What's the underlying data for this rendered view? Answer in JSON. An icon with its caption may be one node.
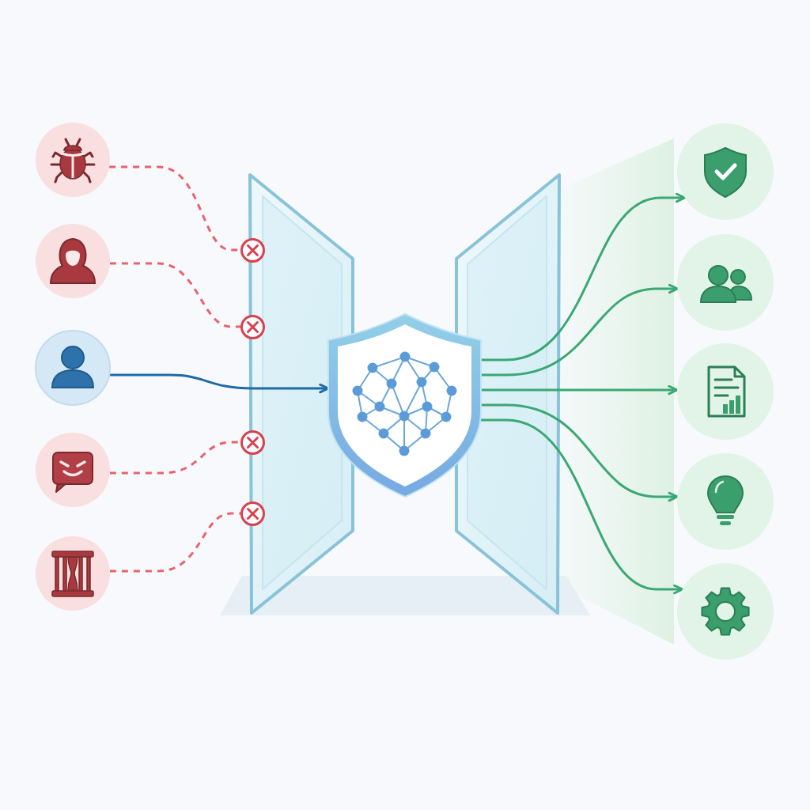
{
  "diagram": {
    "nodes": [
      {
        "text": [],
        "shape": "circle"
      },
      {
        "text": [],
        "shape": "circle"
      },
      {
        "text": [],
        "shape": "circle"
      },
      {
        "text": [],
        "shape": "circle"
      },
      {
        "text": [],
        "shape": "circle"
      },
      {
        "text": [],
        "shape": "circle"
      },
      {
        "text": [],
        "shape": "circle"
      },
      {
        "text": [],
        "shape": "circle"
      },
      {
        "text": [],
        "shape": "circle"
      },
      {
        "text": [],
        "shape": "shield"
      },
      {
        "text": [],
        "shape": "circle"
      },
      {
        "text": [],
        "shape": "circle"
      },
      {
        "text": [],
        "shape": "circle"
      },
      {
        "text": [],
        "shape": "circle"
      },
      {
        "text": [],
        "shape": "circle"
      }
    ],
    "edges": [
      {
        "from": 0,
        "to": 5,
        "arrow": "none",
        "style": "dashed",
        "color": "#e8636a"
      },
      {
        "from": 1,
        "to": 6,
        "arrow": "none",
        "style": "dashed",
        "color": "#e8636a"
      },
      {
        "from": 2,
        "to": 9,
        "arrow": "to",
        "color": "#1f6aa5"
      },
      {
        "from": 3,
        "to": 7,
        "arrow": "none",
        "style": "dashed",
        "color": "#e8636a"
      },
      {
        "from": 4,
        "to": 8,
        "arrow": "none",
        "style": "dashed",
        "color": "#e8636a"
      },
      {
        "from": 9,
        "to": 10,
        "arrow": "to"
      },
      {
        "from": 9,
        "to": 11,
        "arrow": "to"
      },
      {
        "from": 9,
        "to": 12,
        "arrow": "to"
      },
      {
        "from": 9,
        "to": 13,
        "arrow": "to"
      },
      {
        "from": 9,
        "to": 14,
        "arrow": "to"
      }
    ]
  }
}
